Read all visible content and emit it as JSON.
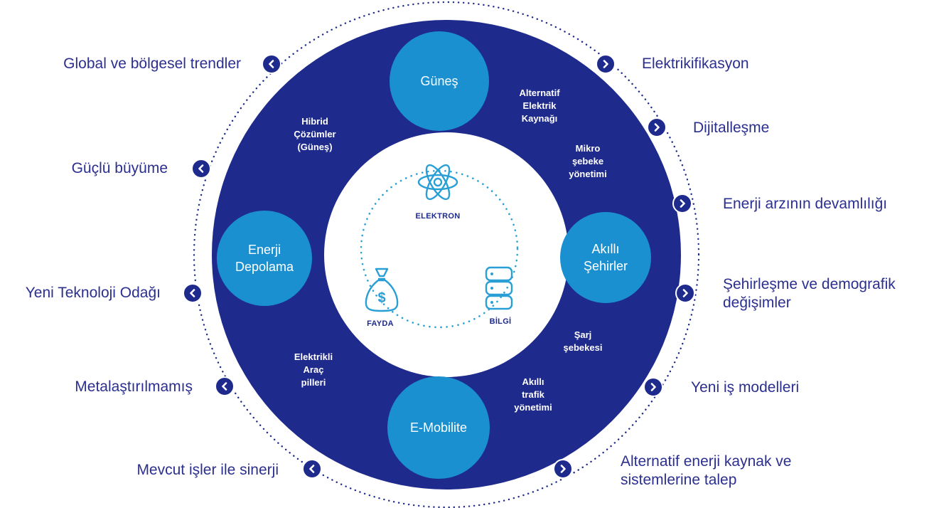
{
  "left_labels": [
    "Global ve bölgesel trendler",
    "Güçlü büyüme",
    "Yeni Teknoloji Odağı",
    "Metalaştırılmamış",
    "Mevcut işler ile sinerji"
  ],
  "right_labels": [
    "Elektrikifikasyon",
    "Dijitalleşme",
    "Enerji arzının devamlılığı",
    "Şehirleşme ve demografik\ndeğişimler",
    "Yeni iş modelleri",
    "Alternatif enerji kaynak ve\nsistemlerine talep"
  ],
  "nodes": {
    "gunes": "Güneş",
    "akilli_sehirler": "Akıllı\nŞehirler",
    "e_mobilite": "E-Mobilite",
    "enerji_depolama": "Enerji\nDepolama"
  },
  "ring_texts": {
    "alternatif": "Alternatif\nElektrik\nKaynağı",
    "mikro": "Mikro\nşebeke\nyönetimi",
    "sarj": "Şarj\nşebekesi",
    "trafik": "Akıllı\ntrafik\nyönetimi",
    "arac": "Elektrikli\nAraç\npilleri",
    "hibrid": "Hibrid\nÇözümler\n(Güneş)"
  },
  "core": {
    "elektron": "ELEKTRON",
    "fayda": "FAYDA",
    "bilgi": "BİLGİ"
  },
  "icons": {
    "left_marker": "chevron-left-icon",
    "right_marker": "chevron-right-icon",
    "elektron": "atom-icon",
    "fayda": "money-bag-icon",
    "bilgi": "database-icon"
  },
  "colors": {
    "ring": "#1e2a8c",
    "node": "#1a90d0",
    "label_text": "#2b2f8f",
    "dotted": "#1e2a8c",
    "core_dotted": "#2a9fd6",
    "icon": "#2a9fd6"
  }
}
